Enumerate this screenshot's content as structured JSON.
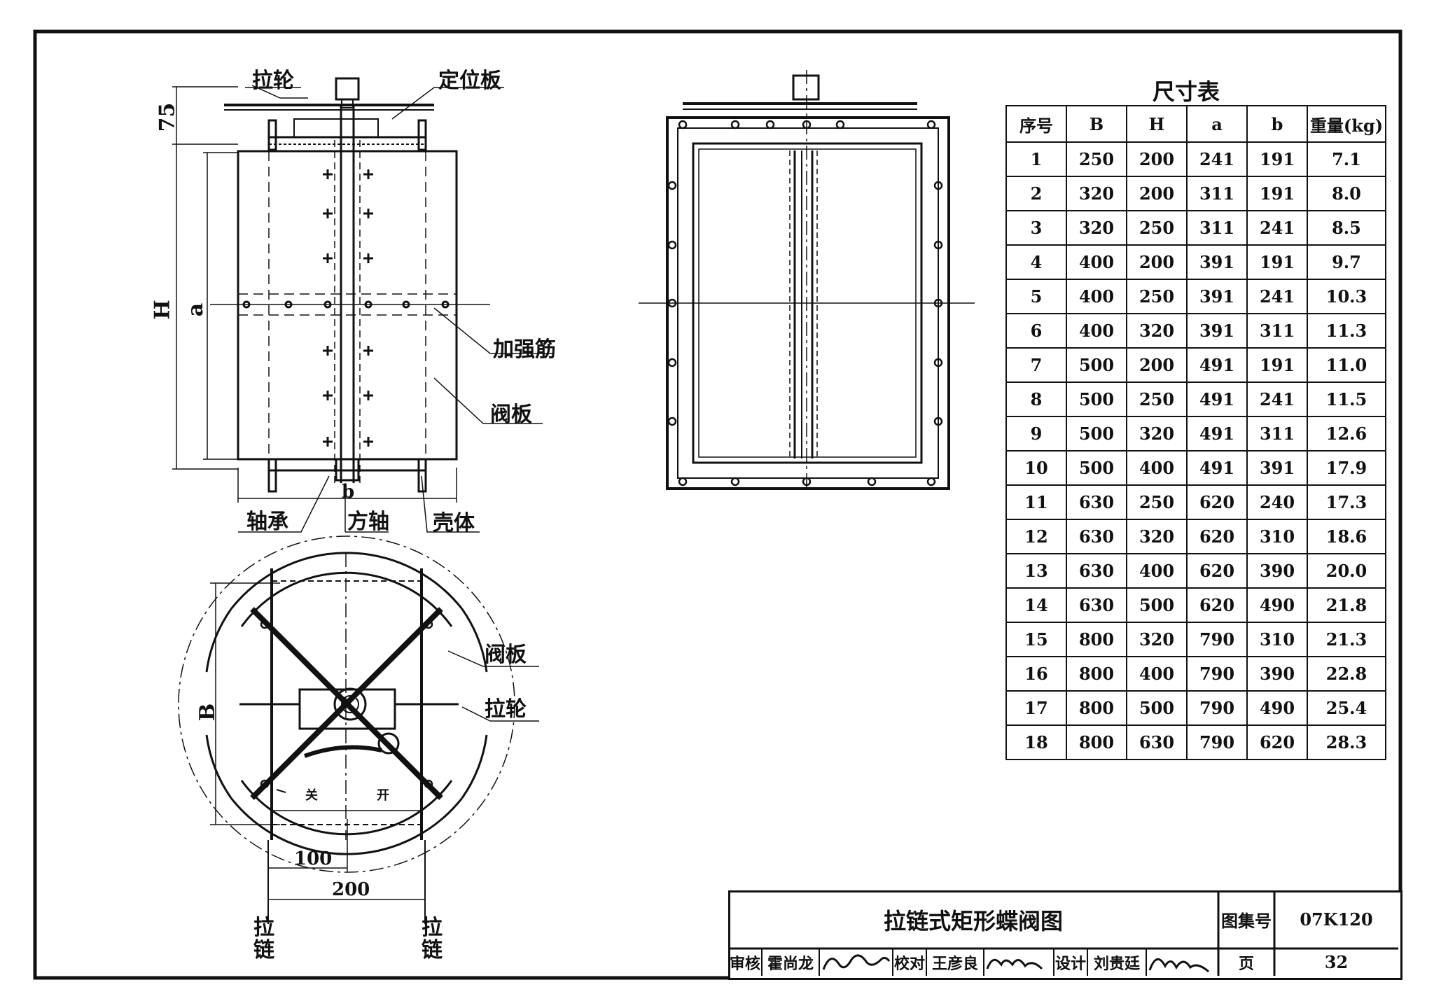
{
  "labels": {
    "la_lun_top": "拉轮",
    "ding_wei_ban": "定位板",
    "dim_75": "75",
    "dim_H": "H",
    "dim_a": "a",
    "jia_qiang_jin": "加强筋",
    "fa_ban_top": "阀板",
    "zhou_cheng": "轴承",
    "dim_b": "b",
    "fang_zhou": "方轴",
    "qiao_ti": "壳体",
    "dim_B": "B",
    "fa_ban_bottom": "阀板",
    "la_lun_bottom": "拉轮",
    "guan": "关",
    "kai": "开",
    "dim_100": "100",
    "dim_200": "200",
    "la_lian_left": "拉\n链",
    "la_lian_right": "拉\n链"
  },
  "table": {
    "title": "尺寸表",
    "headers": [
      "序号",
      "B",
      "H",
      "a",
      "b",
      "重量(kg)"
    ],
    "rows": [
      [
        "1",
        "250",
        "200",
        "241",
        "191",
        "7.1"
      ],
      [
        "2",
        "320",
        "200",
        "311",
        "191",
        "8.0"
      ],
      [
        "3",
        "320",
        "250",
        "311",
        "241",
        "8.5"
      ],
      [
        "4",
        "400",
        "200",
        "391",
        "191",
        "9.7"
      ],
      [
        "5",
        "400",
        "250",
        "391",
        "241",
        "10.3"
      ],
      [
        "6",
        "400",
        "320",
        "391",
        "311",
        "11.3"
      ],
      [
        "7",
        "500",
        "200",
        "491",
        "191",
        "11.0"
      ],
      [
        "8",
        "500",
        "250",
        "491",
        "241",
        "11.5"
      ],
      [
        "9",
        "500",
        "320",
        "491",
        "311",
        "12.6"
      ],
      [
        "10",
        "500",
        "400",
        "491",
        "391",
        "17.9"
      ],
      [
        "11",
        "630",
        "250",
        "620",
        "240",
        "17.3"
      ],
      [
        "12",
        "630",
        "320",
        "620",
        "310",
        "18.6"
      ],
      [
        "13",
        "630",
        "400",
        "620",
        "390",
        "20.0"
      ],
      [
        "14",
        "630",
        "500",
        "620",
        "490",
        "21.8"
      ],
      [
        "15",
        "800",
        "320",
        "790",
        "310",
        "21.3"
      ],
      [
        "16",
        "800",
        "400",
        "790",
        "390",
        "22.8"
      ],
      [
        "17",
        "800",
        "500",
        "790",
        "490",
        "25.4"
      ],
      [
        "18",
        "800",
        "630",
        "790",
        "620",
        "28.3"
      ]
    ]
  },
  "title_block": {
    "drawing_title": "拉链式矩形蝶阀图",
    "atlas_label": "图集号",
    "atlas_no": "07K120",
    "page_label": "页",
    "page_no": "32",
    "review_label": "审核",
    "reviewer": "霍尚龙",
    "check_label": "校对",
    "checker": "王彦良",
    "design_label": "设计",
    "designer": "刘贵廷"
  }
}
